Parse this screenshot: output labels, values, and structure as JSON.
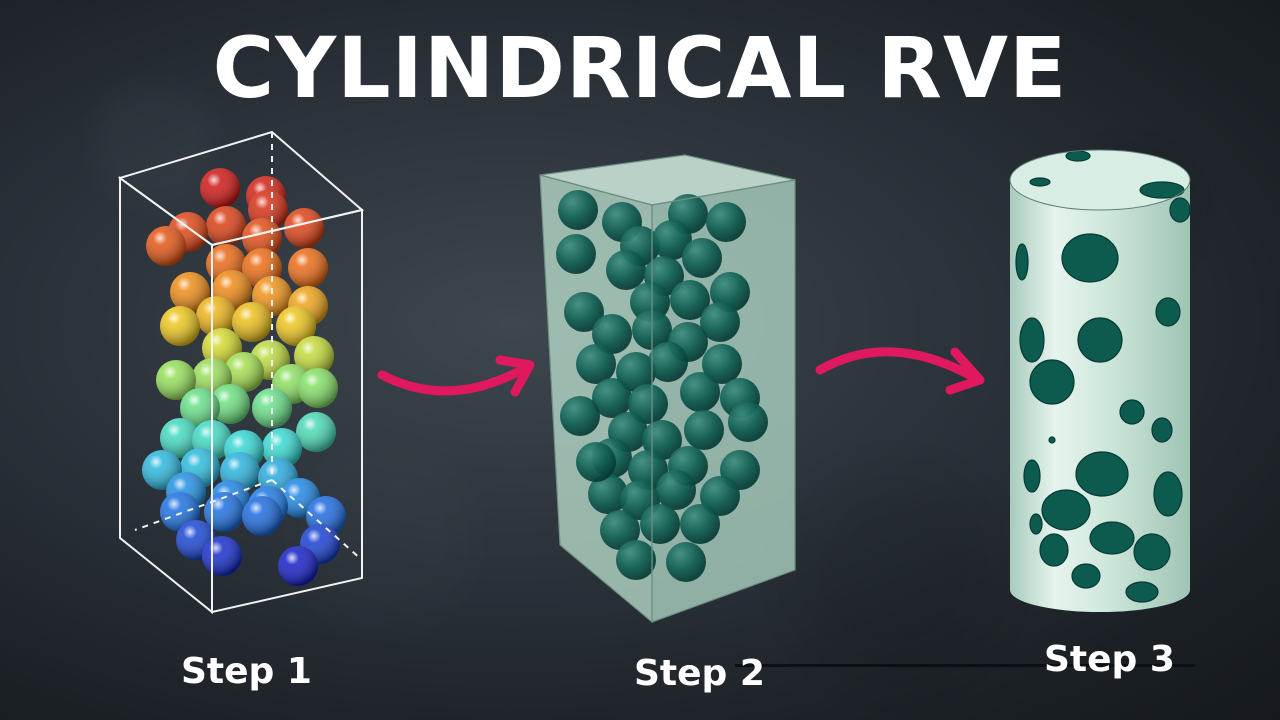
{
  "title": "CYLINDRICAL RVE",
  "steps": [
    {
      "label": "Step 1",
      "description": "packed spheres colored by height in wireframe box"
    },
    {
      "label": "Step 2",
      "description": "spheres inside translucent rectangular prism"
    },
    {
      "label": "Step 3",
      "description": "cylinder with circular inclusion sections"
    }
  ],
  "colors": {
    "title": "#ffffff",
    "arrow": "#e0195f",
    "sphere_teal": "#0d5a4e",
    "box_fill": "#bfe3d2",
    "cylinder": "#cfe7dd",
    "wireframe": "#f2f2f2"
  },
  "icons": [
    "curved-arrow-icon",
    "curved-arrow-icon"
  ]
}
